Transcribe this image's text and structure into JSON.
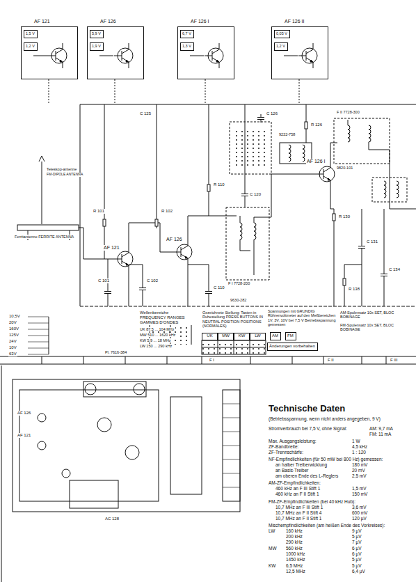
{
  "diagram": {
    "nodes": [
      {
        "text": [
          "AF 121"
        ]
      },
      {
        "text": [
          "1,5 V"
        ],
        "in": 0
      },
      {
        "text": [
          "1,2 V"
        ],
        "in": 0
      },
      {
        "text": [
          "AF 126"
        ]
      },
      {
        "text": [
          "5,9 V"
        ],
        "in": 3
      },
      {
        "text": [
          "1,9 V"
        ],
        "in": 3
      },
      {
        "text": [
          "AF 126 I"
        ]
      },
      {
        "text": [
          "6,7 V"
        ],
        "in": 6
      },
      {
        "text": [
          "1,3 V"
        ],
        "in": 6
      },
      {
        "text": [
          "AF 126 II"
        ]
      },
      {
        "text": [
          "0,05 V"
        ],
        "in": 9
      },
      {
        "text": [
          "1,2 V"
        ],
        "in": 9
      },
      {
        "text": [
          "Änderungen vorbehalten"
        ]
      },
      {
        "text": [
          "AM"
        ]
      },
      {
        "text": [
          "FM"
        ]
      },
      {
        "text": [
          "UK"
        ]
      },
      {
        "text": [
          "MW"
        ]
      },
      {
        "text": [
          "KW"
        ]
      },
      {
        "text": [
          "LW"
        ]
      }
    ],
    "labels": [
      "AF 121",
      "AF 126",
      "AF 126 I",
      "F I 7728-200",
      "F II 7728-300",
      "9820-101",
      "9232-758",
      "9630-282",
      "C 101",
      "C 102",
      "R 101",
      "R 102",
      "C 110",
      "R 110",
      "C 120",
      "C 125",
      "C 126",
      "R 126",
      "R 130",
      "C 131",
      "C 134",
      "R 138",
      "Teleskop-antenne",
      "FM-DIPOLE ANTENNA",
      "10,5V",
      "20V",
      "160V",
      "125V",
      "24V",
      "10V",
      "63V",
      "Wellenbereiche FREQUENCY RANGES GAMMES D'ONDES",
      "UK 87,5 ... 104 MHz",
      "MW 510 ... 1620 kHz",
      "KW 5,9 ... 18 MHz",
      "LW 150 ... 290 kHz",
      "Gezeichnete Stellung: Tasten in Ruhestellung PRESS BUTTONS IN NEUTRAL POSITION POSITIONS (NORMALES)",
      "Spannungen mit GRUNDIG Röhrenvoltmeter auf den Meßbereichen 1V, 3V, 10V bei 7,5 V Betriebsspannung gemessen",
      "AM-Spulensatz 10x SET, BLOC BOBINAGE",
      "FM-Spulensatz 10x SET, BLOC BOBINAGE",
      "Ferritantenne FERRITE ANTENNA",
      "Pl. 7616-384",
      "F I",
      "F II",
      "F III",
      "AF 126",
      "AF 121",
      "AC 128",
      "Technische Daten",
      "(Betriebsspannung, wenn nicht anders angegeben, 9 V)",
      "Stromverbrauch bei 7,5 V, ohne Signal:",
      "AM: 9,7 mA",
      "FM: 11 mA",
      "Max. Ausgangsleistung:",
      "1 W",
      "ZF-Bandbreite:",
      "4,5 kHz",
      "ZF-Trennschärfe:",
      "1 : 120",
      "NF-Empfindlichkeiten (für 50 mW bei 800 Hz) gemessen:",
      "an halber Treiberwicklung",
      "180 mV",
      "an Basis-Treiber",
      "20 mV",
      "am oberen Ende des L-Reglers",
      "2,5 mV",
      "AM-ZF-Empfindlichkeiten:",
      "460 kHz an F III Stift 1",
      "1,5 mV",
      "460 kHz an F II Stift 1",
      "150 mV",
      "FM-ZF-Empfindlichkeiten (bei 40 kHz Hub):",
      "10,7 MHz an F III Stift 1",
      "3,6 mV",
      "10,7 MHz an F II Stift 4",
      "600 mV",
      "10,7 MHz an F II Stift 1",
      "120 µV",
      "Mischempfindlichkeiten (am heißen Ende des Vorkreises):",
      "LW",
      "160 kHz",
      "9 µV",
      "200 kHz",
      "5 µV",
      "290 kHz",
      "7 µV",
      "MW",
      "560 kHz",
      "6 µV",
      "1000 kHz",
      "6 µV",
      "1450 kHz",
      "5 µV",
      "KW",
      "6,5 MHz",
      "5 µV",
      "12,5 MHz",
      "6,4 µV"
    ]
  }
}
